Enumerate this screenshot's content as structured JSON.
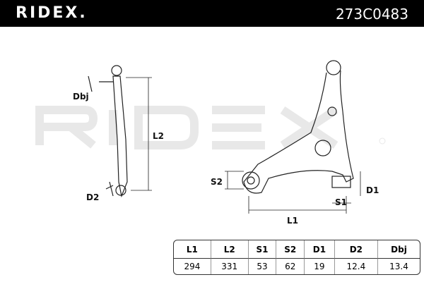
{
  "header": {
    "brand": "RIDEX.",
    "part_number": "273C0483"
  },
  "watermark": "RIDEX",
  "labels": {
    "dbj": "Dbj",
    "l2": "L2",
    "d2": "D2",
    "s2": "S2",
    "s1": "S1",
    "d1": "D1",
    "l1": "L1"
  },
  "table": {
    "headers": [
      "L1",
      "L2",
      "S1",
      "S2",
      "D1",
      "D2",
      "Dbj"
    ],
    "values": [
      "294",
      "331",
      "53",
      "62",
      "19",
      "12.4",
      "13.4"
    ]
  }
}
